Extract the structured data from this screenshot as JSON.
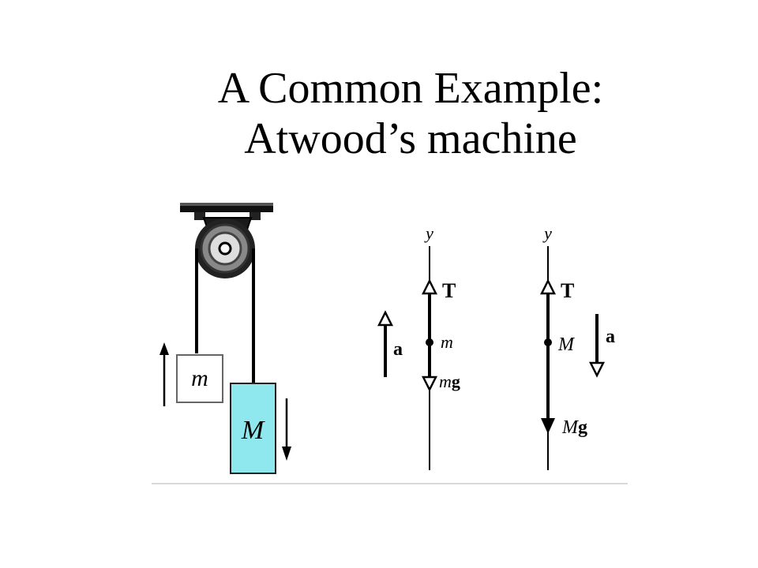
{
  "title": {
    "line1": "A Common Example:",
    "line2": "Atwood’s machine"
  },
  "machine": {
    "small_mass_label": "m",
    "large_mass_label": "M",
    "large_mass_color": "#8ee8ee"
  },
  "fbd_small": {
    "axis_label": "y",
    "tension_label": "T",
    "mass_label": "m",
    "weight_label_mass": "m",
    "weight_label_g": "g",
    "accel_label": "a"
  },
  "fbd_large": {
    "axis_label": "y",
    "tension_label": "T",
    "mass_label": "M",
    "weight_label_mass": "M",
    "weight_label_g": "g",
    "accel_label": "a"
  }
}
